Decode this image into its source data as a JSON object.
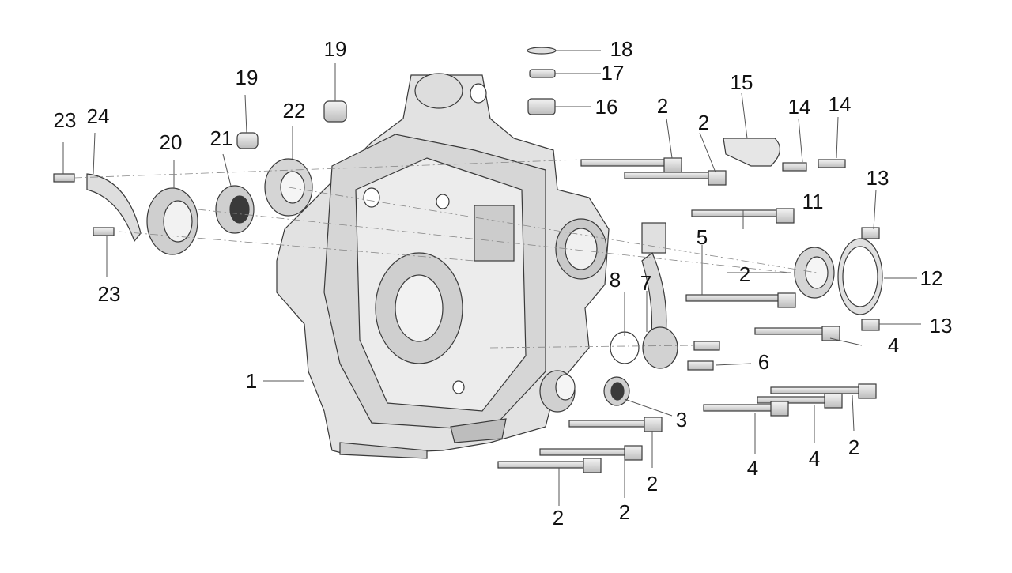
{
  "diagram": {
    "callouts": [
      {
        "id": "c1",
        "text": "1"
      },
      {
        "id": "c2a",
        "text": "2"
      },
      {
        "id": "c2b",
        "text": "2"
      },
      {
        "id": "c2c",
        "text": "2"
      },
      {
        "id": "c2d",
        "text": "2"
      },
      {
        "id": "c2e",
        "text": "2"
      },
      {
        "id": "c2f",
        "text": "2"
      },
      {
        "id": "c2g",
        "text": "2"
      },
      {
        "id": "c3",
        "text": "3"
      },
      {
        "id": "c4a",
        "text": "4"
      },
      {
        "id": "c4b",
        "text": "4"
      },
      {
        "id": "c4c",
        "text": "4"
      },
      {
        "id": "c5",
        "text": "5"
      },
      {
        "id": "c6",
        "text": "6"
      },
      {
        "id": "c7",
        "text": "7"
      },
      {
        "id": "c8",
        "text": "8"
      },
      {
        "id": "c11",
        "text": "11"
      },
      {
        "id": "c12",
        "text": "12"
      },
      {
        "id": "c13a",
        "text": "13"
      },
      {
        "id": "c13b",
        "text": "13"
      },
      {
        "id": "c14a",
        "text": "14"
      },
      {
        "id": "c14b",
        "text": "14"
      },
      {
        "id": "c15",
        "text": "15"
      },
      {
        "id": "c16",
        "text": "16"
      },
      {
        "id": "c17",
        "text": "17"
      },
      {
        "id": "c18",
        "text": "18"
      },
      {
        "id": "c19a",
        "text": "19"
      },
      {
        "id": "c19b",
        "text": "19"
      },
      {
        "id": "c20",
        "text": "20"
      },
      {
        "id": "c21",
        "text": "21"
      },
      {
        "id": "c22",
        "text": "22"
      },
      {
        "id": "c23a",
        "text": "23"
      },
      {
        "id": "c23b",
        "text": "23"
      },
      {
        "id": "c24",
        "text": "24"
      }
    ]
  }
}
